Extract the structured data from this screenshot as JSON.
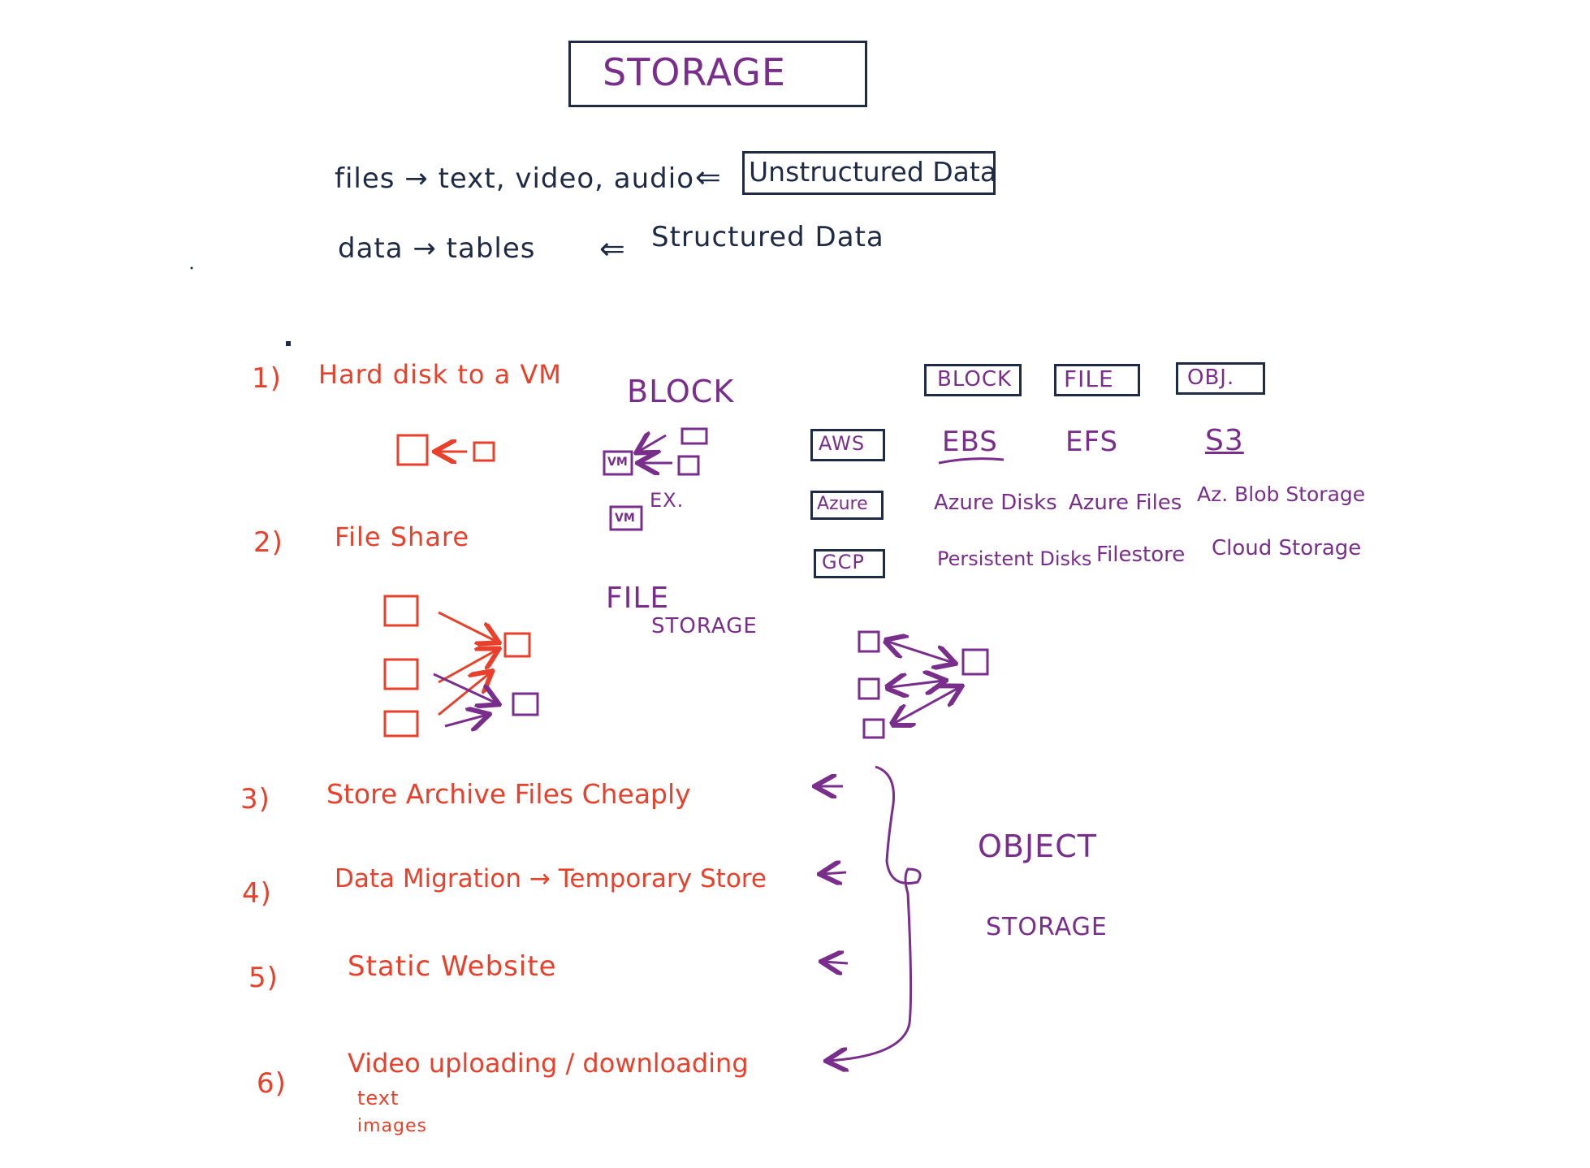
{
  "title": "STORAGE",
  "intro": {
    "line1_left": "files → text, video, audio",
    "line1_arrow": "⇐",
    "line1_boxed": "Unstructured Data",
    "line2_left": "data → tables",
    "line2_arrow": "⇐",
    "line2_right": "Structured Data"
  },
  "use_cases": [
    {
      "num": "1)",
      "text": "Hard disk to a VM"
    },
    {
      "num": "2)",
      "text": "File Share"
    },
    {
      "num": "3)",
      "text": "Store Archive Files Cheaply"
    },
    {
      "num": "4)",
      "text": "Data Migration → Temporary Store"
    },
    {
      "num": "5)",
      "text": "Static Website"
    },
    {
      "num": "6)",
      "text": "Video uploading / downloading"
    }
  ],
  "use_case_6_extras": [
    "text",
    "images"
  ],
  "block_label": "BLOCK",
  "block_diagram": {
    "vm1": "VM",
    "vm2": "VM",
    "ex": "EX."
  },
  "file_storage_label": [
    "FILE",
    "STORAGE"
  ],
  "object_storage_label": [
    "OBJECT",
    "STORAGE"
  ],
  "comparison": {
    "headers": [
      "BLOCK",
      "FILE",
      "OBJ."
    ],
    "rows": [
      {
        "provider": "AWS",
        "values": [
          "EBS",
          "EFS",
          "S3"
        ]
      },
      {
        "provider": "Azure",
        "values": [
          "Azure Disks",
          "Azure Files",
          "Az. Blob Storage"
        ]
      },
      {
        "provider": "GCP",
        "values": [
          "Persistent Disks",
          "Filestore",
          "Cloud Storage"
        ]
      }
    ]
  },
  "colors": {
    "navy": "#1f2a44",
    "red": "#e8402a",
    "purple": "#7a2e8c"
  }
}
